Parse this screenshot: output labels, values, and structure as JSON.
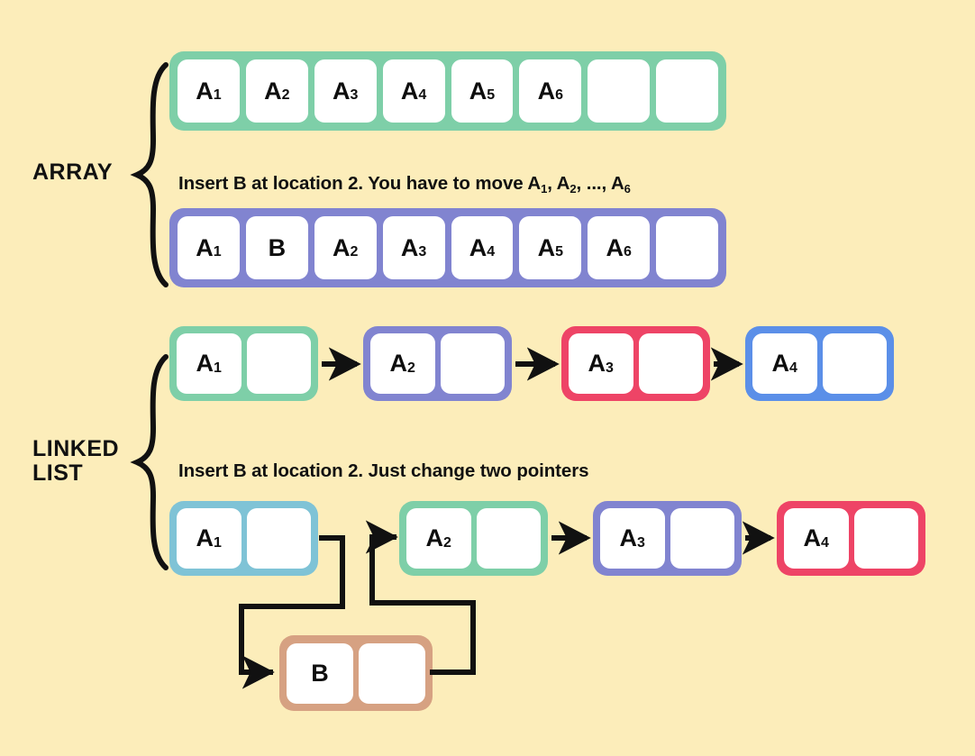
{
  "background_color": "#FCEDBA",
  "palette": {
    "green": "#7ECFA8",
    "purple": "#8184D0",
    "pink": "#EE4466",
    "blue": "#5B8FE8",
    "light_blue": "#7FC3D6",
    "tan": "#D6A182",
    "white": "#FFFFFF",
    "ink": "#111111"
  },
  "sections": {
    "array": {
      "label": "ARRAY"
    },
    "linked_list": {
      "label_line1": "LINKED",
      "label_line2": "LIST"
    }
  },
  "captions": {
    "array": {
      "part1": "Insert B at location 2. You have to move A",
      "sub1": "1",
      "part2": ", A",
      "sub2": "2",
      "part3": ", ..., A",
      "sub3": "6"
    },
    "linked_list": "Insert B at location 2. Just change two pointers"
  },
  "chart_data": {
    "type": "diagram",
    "title": "Array vs Linked List insertion",
    "array_before": {
      "color": "#7ECFA8",
      "cells": [
        {
          "label": "A",
          "sub": "1"
        },
        {
          "label": "A",
          "sub": "2"
        },
        {
          "label": "A",
          "sub": "3"
        },
        {
          "label": "A",
          "sub": "4"
        },
        {
          "label": "A",
          "sub": "5"
        },
        {
          "label": "A",
          "sub": "6"
        },
        {
          "label": "",
          "sub": ""
        },
        {
          "label": "",
          "sub": ""
        }
      ]
    },
    "array_after": {
      "color": "#8184D0",
      "cells": [
        {
          "label": "A",
          "sub": "1"
        },
        {
          "label": "B",
          "sub": ""
        },
        {
          "label": "A",
          "sub": "2"
        },
        {
          "label": "A",
          "sub": "3"
        },
        {
          "label": "A",
          "sub": "4"
        },
        {
          "label": "A",
          "sub": "5"
        },
        {
          "label": "A",
          "sub": "6"
        },
        {
          "label": "",
          "sub": ""
        }
      ]
    },
    "linked_list_before": {
      "nodes": [
        {
          "label": "A",
          "sub": "1",
          "color": "#7ECFA8"
        },
        {
          "label": "A",
          "sub": "2",
          "color": "#8184D0"
        },
        {
          "label": "A",
          "sub": "3",
          "color": "#EE4466"
        },
        {
          "label": "A",
          "sub": "4",
          "color": "#5B8FE8"
        }
      ],
      "arrow_count": 3
    },
    "linked_list_after": {
      "nodes": [
        {
          "label": "A",
          "sub": "1",
          "color": "#7FC3D6"
        },
        {
          "label": "A",
          "sub": "2",
          "color": "#7ECFA8"
        },
        {
          "label": "A",
          "sub": "3",
          "color": "#8184D0"
        },
        {
          "label": "A",
          "sub": "4",
          "color": "#EE4466"
        }
      ],
      "inserted_node": {
        "label": "B",
        "sub": "",
        "color": "#D6A182"
      },
      "rerouted_pointers": 2
    }
  }
}
